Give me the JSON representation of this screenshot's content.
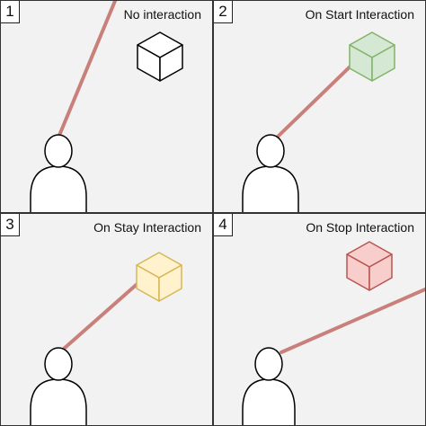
{
  "panels": [
    {
      "number": "1",
      "title": "No interaction",
      "cube_state": "none",
      "cube_fill": "#ffffff",
      "cube_stroke": "#000000"
    },
    {
      "number": "2",
      "title": "On Start Interaction",
      "cube_state": "start",
      "cube_fill": "#d5e8d4",
      "cube_stroke": "#82b366"
    },
    {
      "number": "3",
      "title": "On Stay Interaction",
      "cube_state": "stay",
      "cube_fill": "#fff2cc",
      "cube_stroke": "#d6b656"
    },
    {
      "number": "4",
      "title": "On Stop Interaction",
      "cube_state": "stop",
      "cube_fill": "#f8cecc",
      "cube_stroke": "#b85450"
    }
  ],
  "colors": {
    "ray": "#c9807a",
    "person_stroke": "#000000",
    "person_fill": "#ffffff",
    "background": "#f2f2f2"
  }
}
